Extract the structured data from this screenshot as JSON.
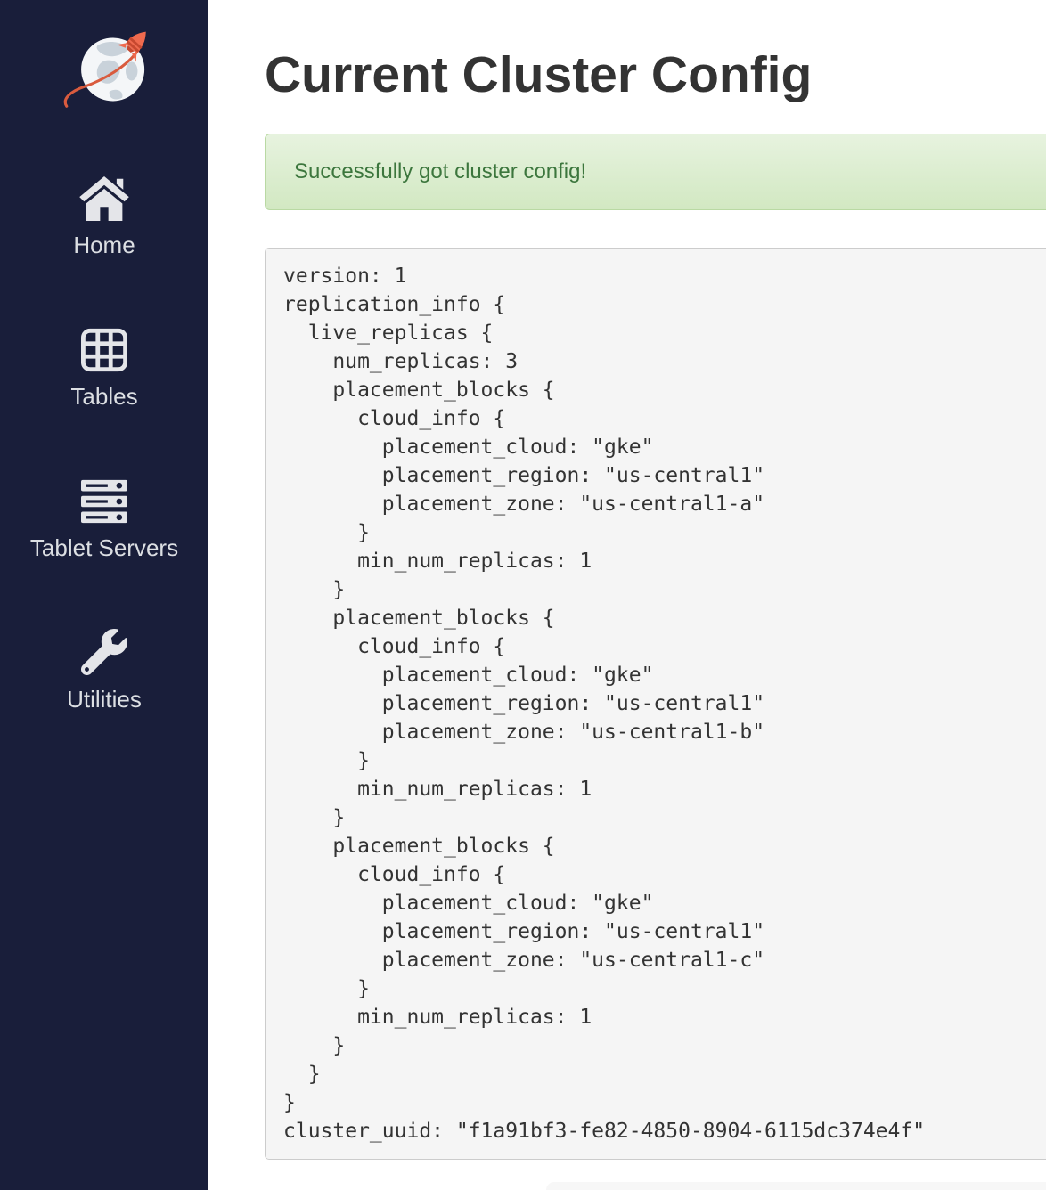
{
  "app": {
    "logo": "rocket-globe-logo"
  },
  "sidebar": {
    "items": [
      {
        "label": "Home",
        "icon": "home-icon"
      },
      {
        "label": "Tables",
        "icon": "tables-icon"
      },
      {
        "label": "Tablet Servers",
        "icon": "servers-icon"
      },
      {
        "label": "Utilities",
        "icon": "wrench-icon"
      }
    ]
  },
  "header": {
    "title": "Current Cluster Config"
  },
  "alert": {
    "type": "success",
    "message": "Successfully got cluster config!"
  },
  "config": {
    "lines": [
      "version: 1",
      "replication_info {",
      "  live_replicas {",
      "    num_replicas: 3",
      "    placement_blocks {",
      "      cloud_info {",
      "        placement_cloud: \"gke\"",
      "        placement_region: \"us-central1\"",
      "        placement_zone: \"us-central1-a\"",
      "      }",
      "      min_num_replicas: 1",
      "    }",
      "    placement_blocks {",
      "      cloud_info {",
      "        placement_cloud: \"gke\"",
      "        placement_region: \"us-central1\"",
      "        placement_zone: \"us-central1-b\"",
      "      }",
      "      min_num_replicas: 1",
      "    }",
      "    placement_blocks {",
      "      cloud_info {",
      "        placement_cloud: \"gke\"",
      "        placement_region: \"us-central1\"",
      "        placement_zone: \"us-central1-c\"",
      "      }",
      "      min_num_replicas: 1",
      "    }",
      "  }",
      "}",
      "cluster_uuid: \"f1a91bf3-fe82-4850-8904-6115dc374e4f\""
    ]
  },
  "colors": {
    "sidebar_bg": "#191e3a",
    "sidebar_text": "#dcdfe3",
    "logo_accent": "#e8604c",
    "title_text": "#333333",
    "success_text": "#3c763d",
    "success_bg_top": "#e7f3df",
    "success_bg_bottom": "#d2e8c2",
    "success_border": "#b9d9a3",
    "code_bg": "#f5f5f5",
    "code_border": "#cccccc",
    "code_text": "#333333"
  }
}
